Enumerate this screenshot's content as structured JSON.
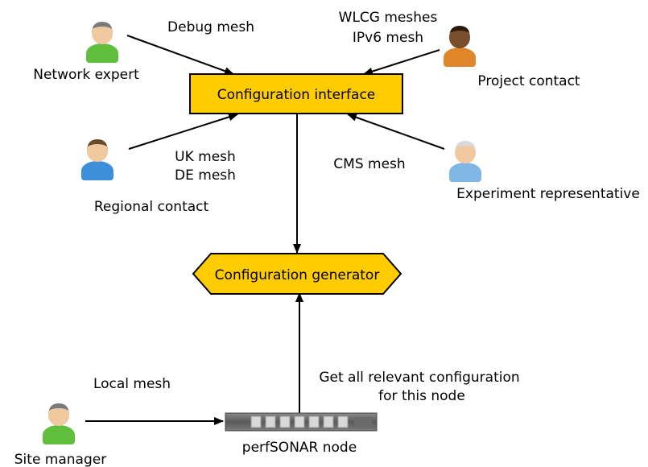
{
  "colors": {
    "box_fill": "#ffcc00",
    "box_stroke": "#000000",
    "arrow": "#000000",
    "background": "#ffffff"
  },
  "nodes": {
    "interface": {
      "label": "Configuration interface"
    },
    "generator": {
      "label": "Configuration generator"
    },
    "perfsonar": {
      "label": "perfSONAR node",
      "icon": "server-rack-icon"
    }
  },
  "actors": {
    "network_expert": {
      "label": "Network expert",
      "icon": "person-icon",
      "shirt": "#5fbf3c",
      "hair": "#7a7a7a"
    },
    "project_contact": {
      "label": "Project contact",
      "icon": "person-icon",
      "shirt": "#e0862a",
      "hair": "#2a1a0a",
      "skin": "#7a4e2a"
    },
    "regional_contact": {
      "label": "Regional contact",
      "icon": "person-icon",
      "shirt": "#3c8fd8",
      "hair": "#6b4a2a"
    },
    "experiment_representative": {
      "label": "Experiment representative",
      "icon": "person-icon",
      "shirt": "#7fb6e6",
      "hair": "#d8d8d8"
    },
    "site_manager": {
      "label": "Site manager",
      "icon": "person-icon",
      "shirt": "#5fbf3c",
      "hair": "#7a7a7a"
    }
  },
  "edge_labels": {
    "debug": "Debug mesh",
    "wlcg_line1": "WLCG meshes",
    "wlcg_line2": "IPv6 mesh",
    "uk": "UK mesh",
    "de": "DE mesh",
    "cms": "CMS mesh",
    "local": "Local mesh",
    "get_line1": "Get all relevant configuration",
    "get_line2": "for this node"
  }
}
